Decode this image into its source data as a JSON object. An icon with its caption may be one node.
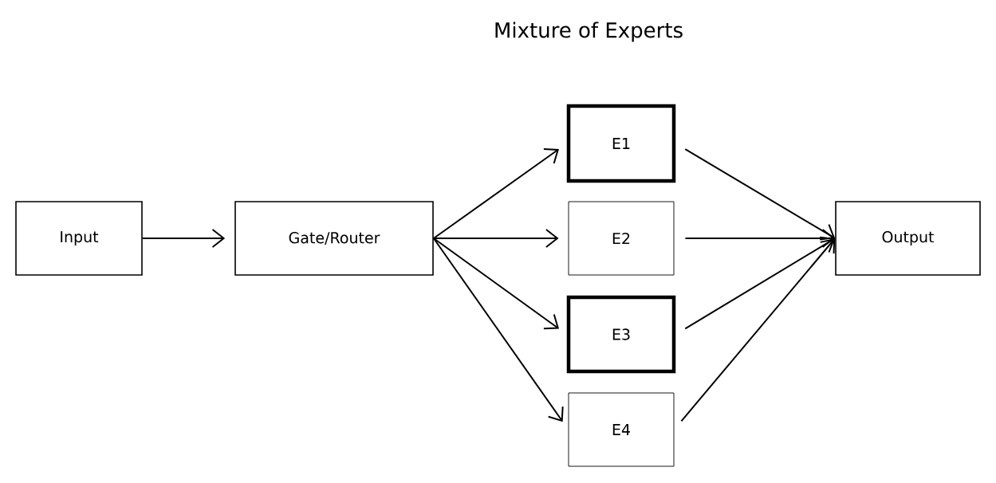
{
  "diagram": {
    "title": "Mixture of Experts",
    "nodes": [
      {
        "text": [
          "Input"
        ]
      },
      {
        "text": [
          "Gate/Router"
        ]
      },
      {
        "text": [
          "E1"
        ]
      },
      {
        "text": [
          "E2"
        ]
      },
      {
        "text": [
          "E3"
        ]
      },
      {
        "text": [
          "E4"
        ]
      },
      {
        "text": [
          "Output"
        ]
      }
    ],
    "edges": [
      {
        "from": 0,
        "to": 1,
        "arrow": "to"
      },
      {
        "from": 1,
        "to": 2,
        "arrow": "to"
      },
      {
        "from": 1,
        "to": 3,
        "arrow": "to"
      },
      {
        "from": 1,
        "to": 4,
        "arrow": "to"
      },
      {
        "from": 1,
        "to": 5,
        "arrow": "to"
      },
      {
        "from": 2,
        "to": 6,
        "arrow": "to"
      },
      {
        "from": 3,
        "to": 6,
        "arrow": "to"
      },
      {
        "from": 4,
        "to": 6,
        "arrow": "to"
      },
      {
        "from": 5,
        "to": 6,
        "arrow": "to"
      }
    ]
  }
}
